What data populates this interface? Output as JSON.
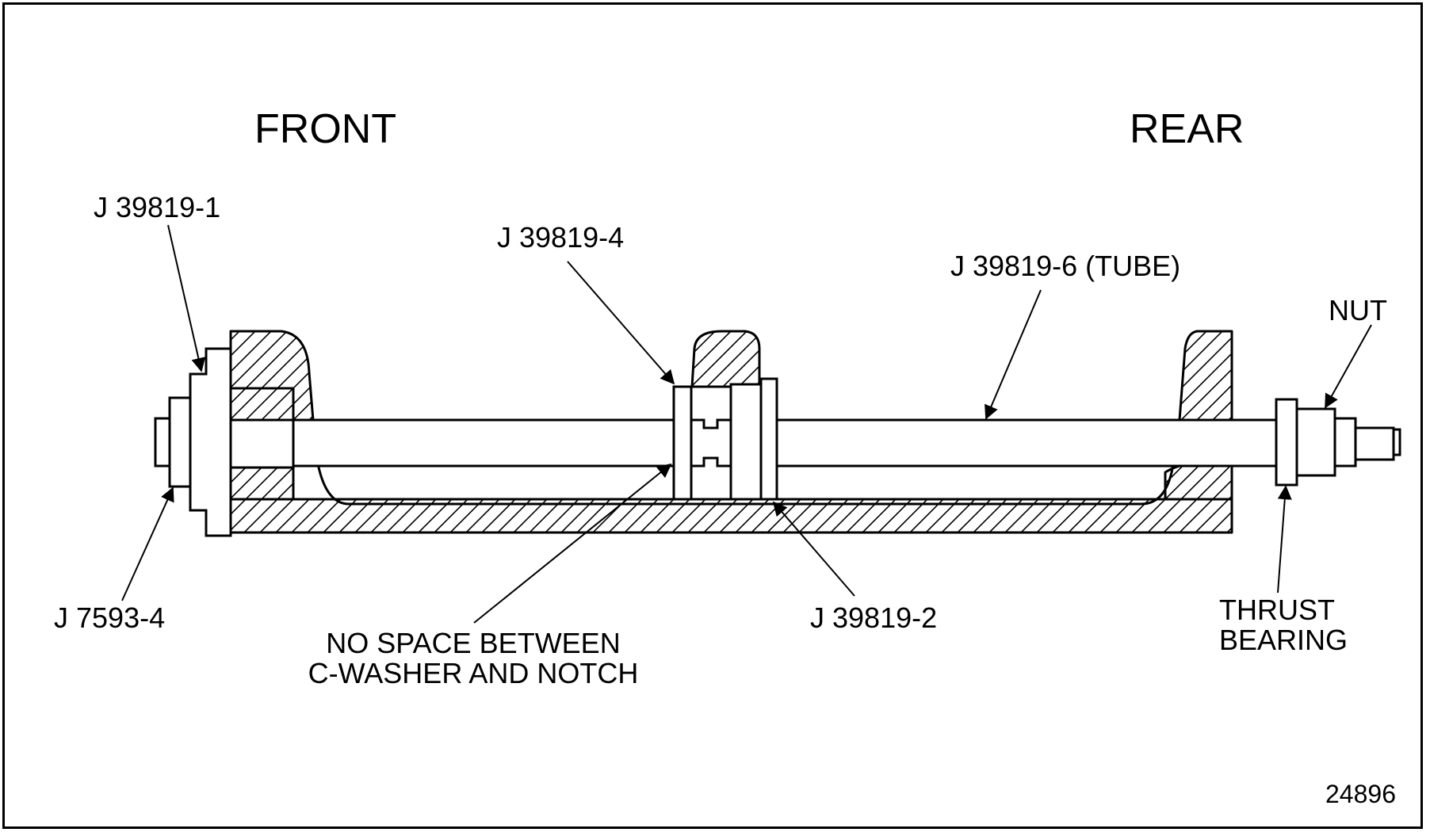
{
  "headings": {
    "front": "FRONT",
    "rear": "REAR"
  },
  "callouts": {
    "j39819_1": "J 39819-1",
    "j39819_4": "J 39819-4",
    "j39819_6": "J 39819-6 (TUBE)",
    "nut": "NUT",
    "j7593_4": "J 7593-4",
    "no_space_line1": "NO SPACE BETWEEN",
    "no_space_line2": "C-WASHER AND NOTCH",
    "j39819_2": "J 39819-2",
    "thrust_line1": "THRUST",
    "thrust_line2": "BEARING"
  },
  "figure_number": "24896",
  "colors": {
    "ink": "#000000",
    "background": "#ffffff"
  }
}
